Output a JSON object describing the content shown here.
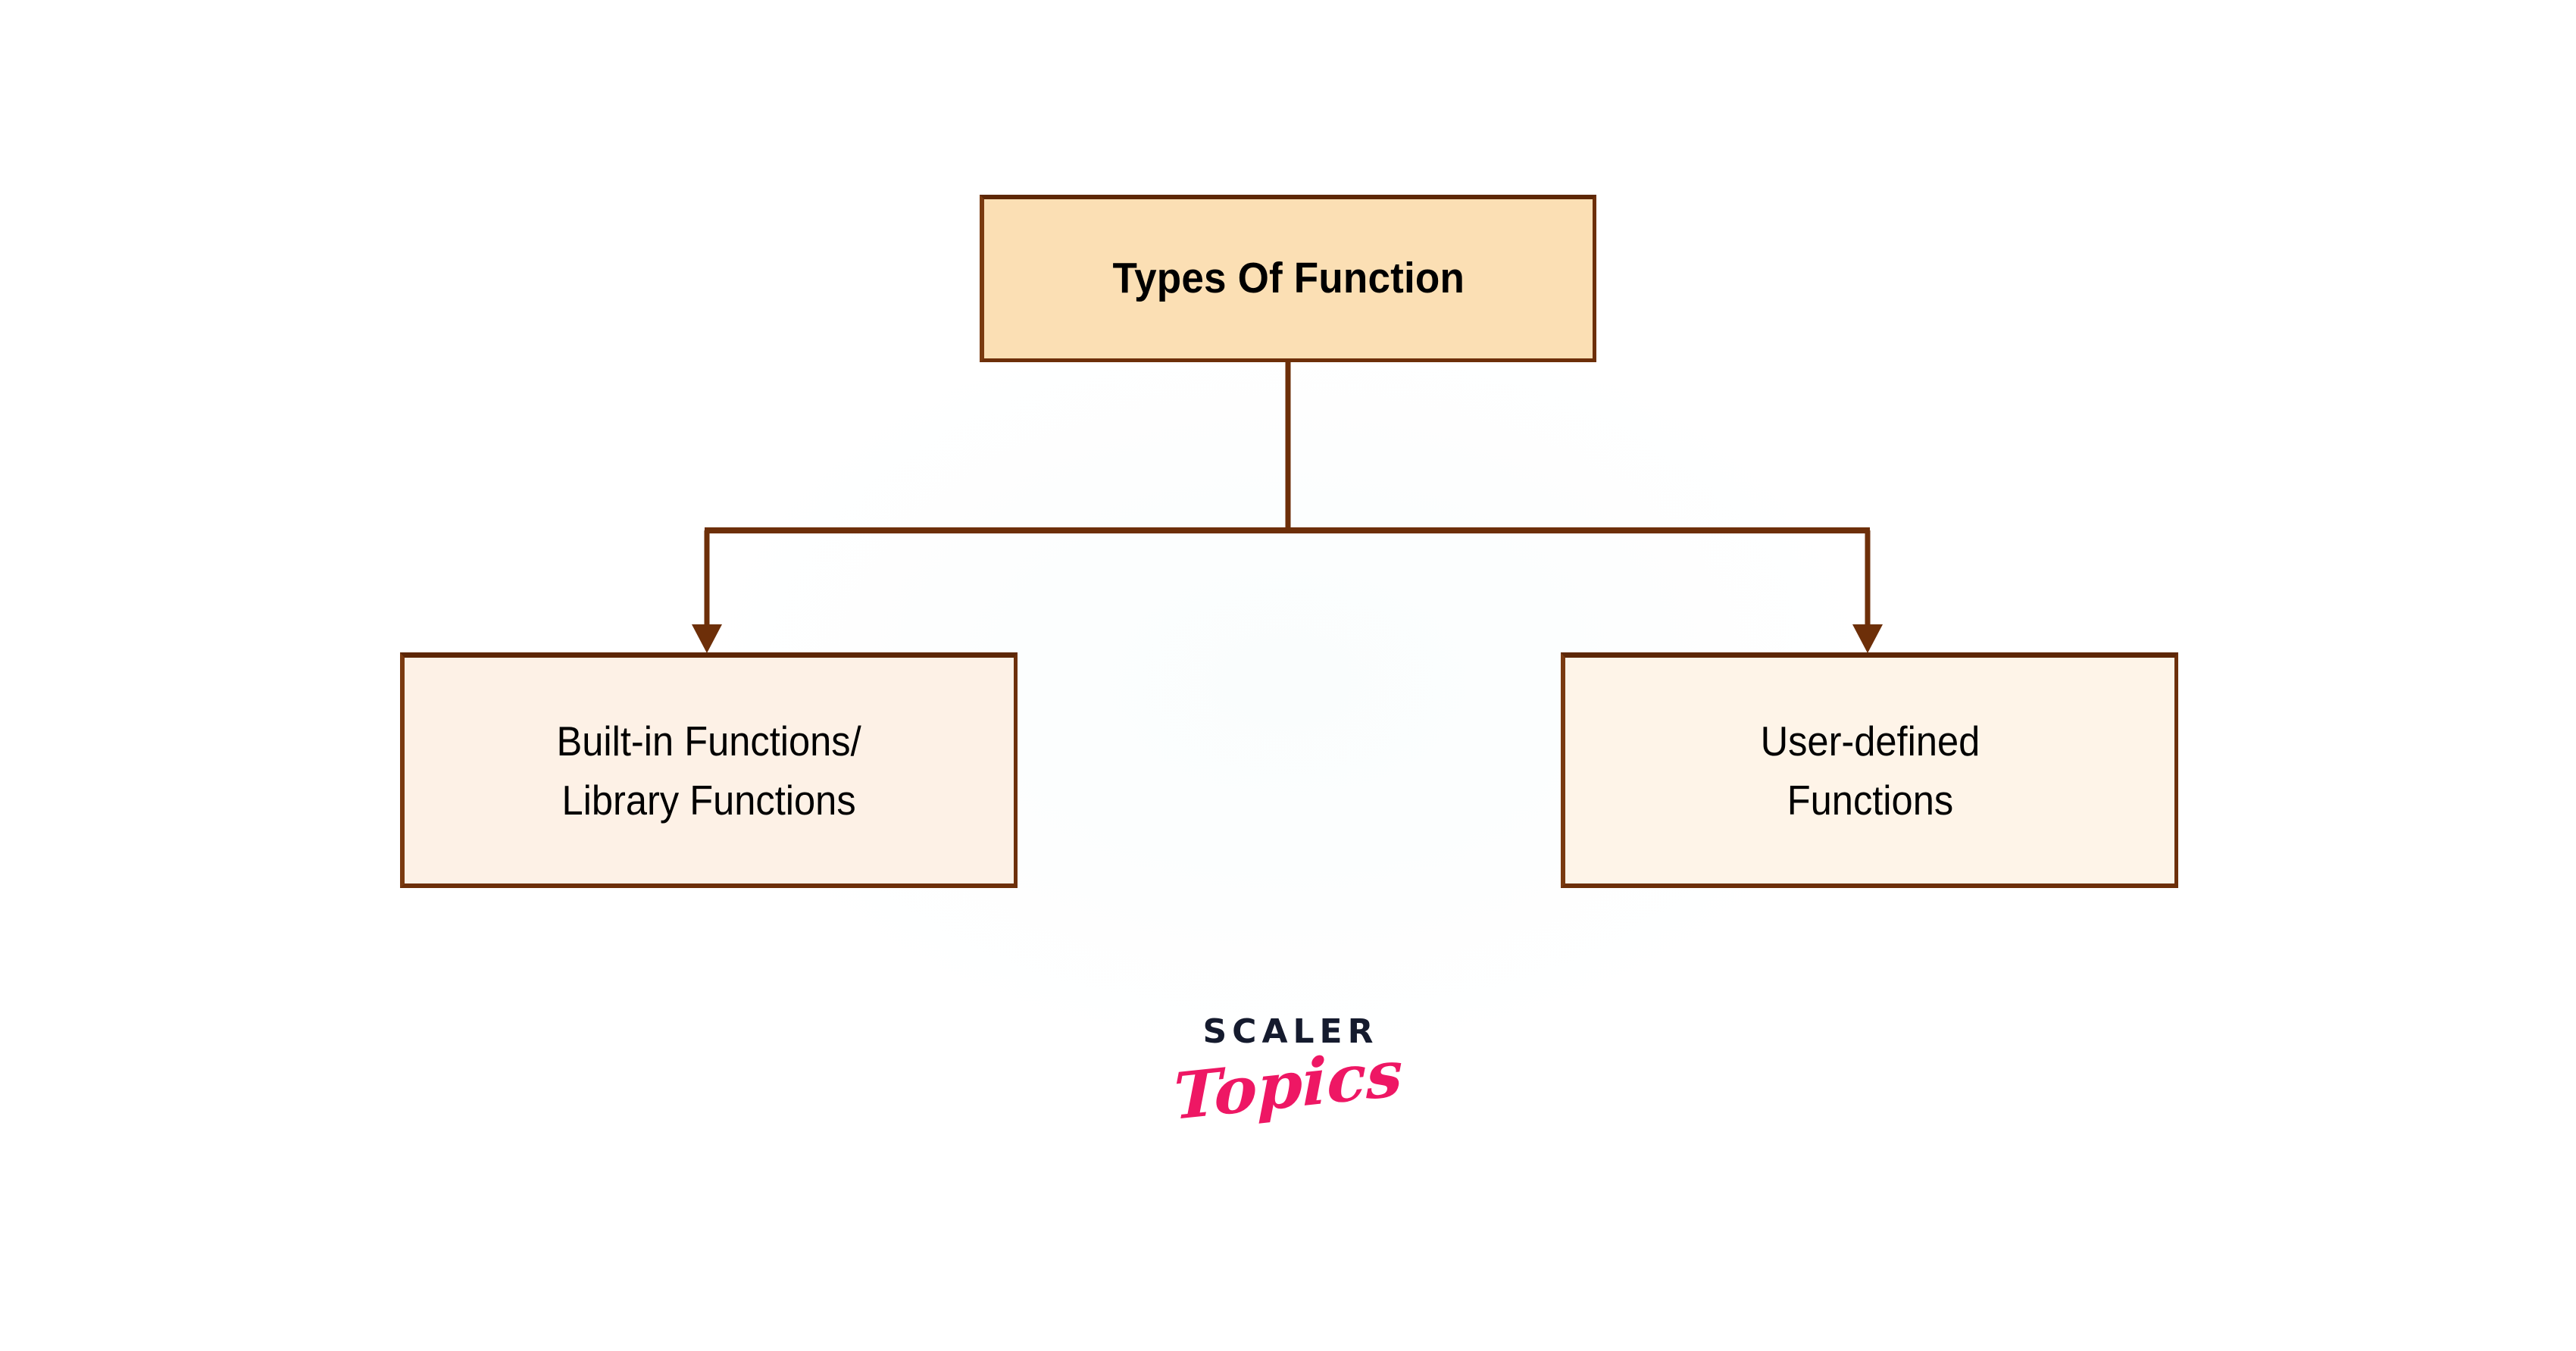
{
  "diagram": {
    "type": "hierarchy-tree",
    "background_color": "#ffffff",
    "connector_color": "#6d2f09",
    "root": {
      "label": "Types Of Function",
      "fill": "#fbdfb4",
      "border": "#6d2f09",
      "text_color": "#000000"
    },
    "children": [
      {
        "label": "Built-in Functions/\nLibrary Functions",
        "fill": "#fdf1e6",
        "border": "#6d2f09",
        "text_color": "#000000"
      },
      {
        "label": "User-defined\nFunctions",
        "fill": "#fef4e8",
        "border": "#6d2f09",
        "text_color": "#000000"
      }
    ]
  },
  "logo": {
    "primary_text": "SCALER",
    "secondary_text": "Topics",
    "primary_color": "#151b2e",
    "secondary_color": "#ee1764"
  }
}
